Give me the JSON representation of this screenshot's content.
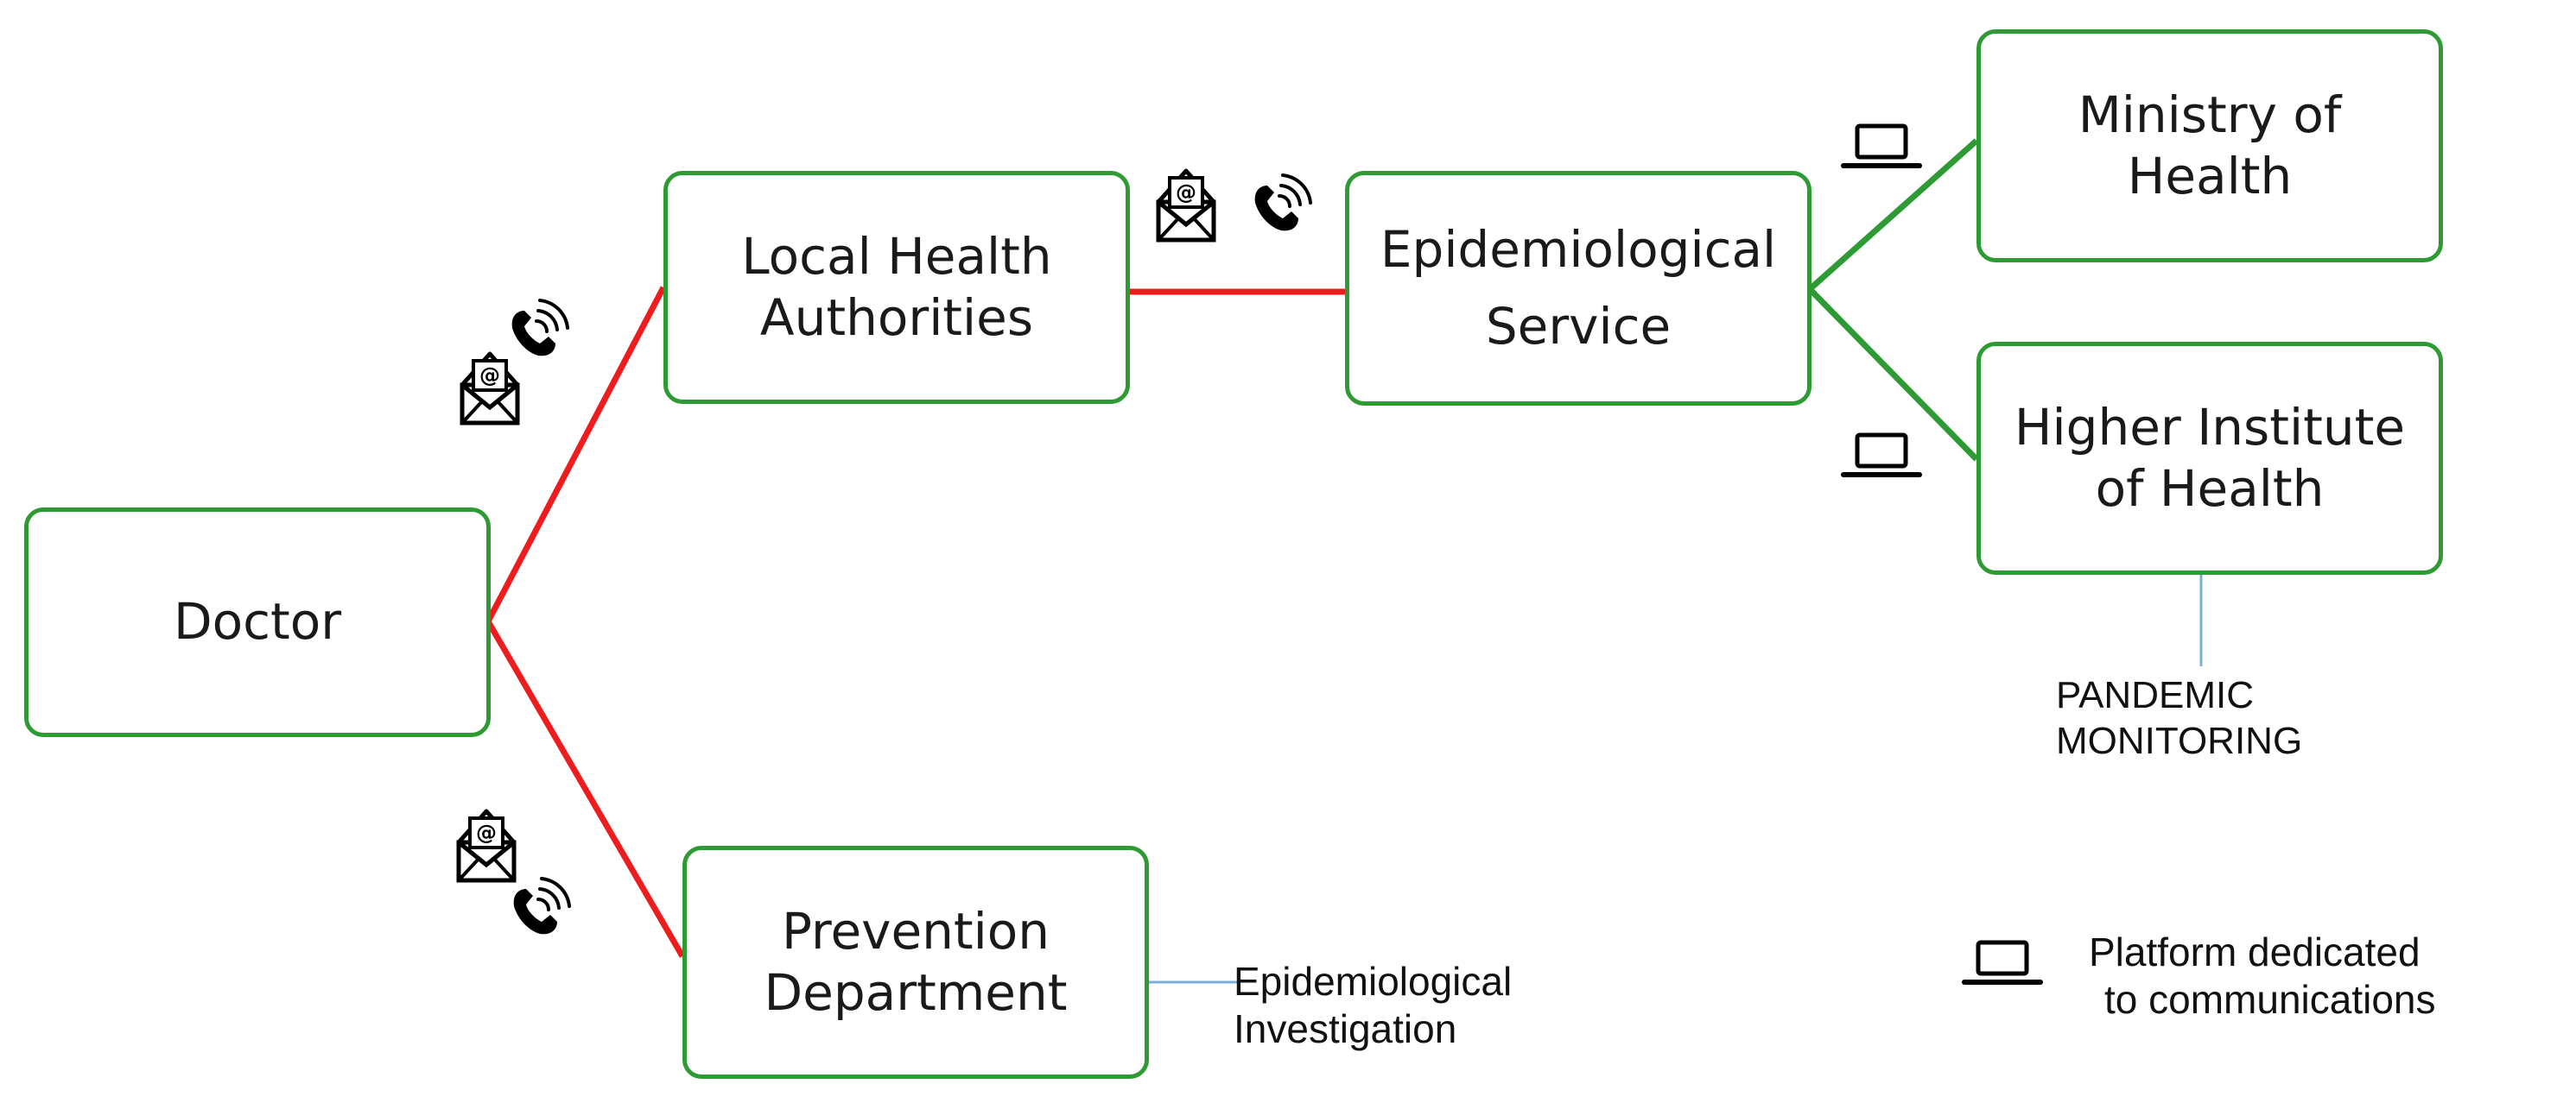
{
  "colors": {
    "node_border": "#2e9a34",
    "edge_red": "#ee1c1c",
    "edge_green": "#2e9a34",
    "annotation_line": "#7aaed6"
  },
  "nodes": {
    "doctor": {
      "lines": [
        "Doctor"
      ]
    },
    "local_health": {
      "lines": [
        "Local Health",
        "Authorities"
      ]
    },
    "prevention": {
      "lines": [
        "Prevention",
        "Department"
      ]
    },
    "epidemiological_service": {
      "lines": [
        "Epidemiological",
        "Service"
      ]
    },
    "ministry": {
      "lines": [
        "Ministry of",
        "Health"
      ]
    },
    "higher_institute": {
      "lines": [
        "Higher Institute",
        "of Health"
      ]
    }
  },
  "annotations": {
    "epidemiological_investigation": {
      "lines": [
        "Epidemiological",
        "Investigation"
      ]
    },
    "pandemic_monitoring": {
      "lines": [
        "PANDEMIC",
        "MONITORING"
      ]
    }
  },
  "legend": {
    "icon": "laptop-icon",
    "lines": [
      "Platform dedicated",
      "to communications"
    ]
  },
  "edges": [
    {
      "from": "doctor",
      "to": "local_health",
      "type": "red",
      "icons": [
        "email-icon",
        "phone-icon"
      ]
    },
    {
      "from": "doctor",
      "to": "prevention",
      "type": "red",
      "icons": [
        "email-icon",
        "phone-icon"
      ]
    },
    {
      "from": "local_health",
      "to": "epidemiological_service",
      "type": "red",
      "icons": [
        "email-icon",
        "phone-icon"
      ]
    },
    {
      "from": "epidemiological_service",
      "to": "ministry",
      "type": "green",
      "icons": [
        "laptop-icon"
      ]
    },
    {
      "from": "epidemiological_service",
      "to": "higher_institute",
      "type": "green",
      "icons": [
        "laptop-icon"
      ]
    }
  ]
}
